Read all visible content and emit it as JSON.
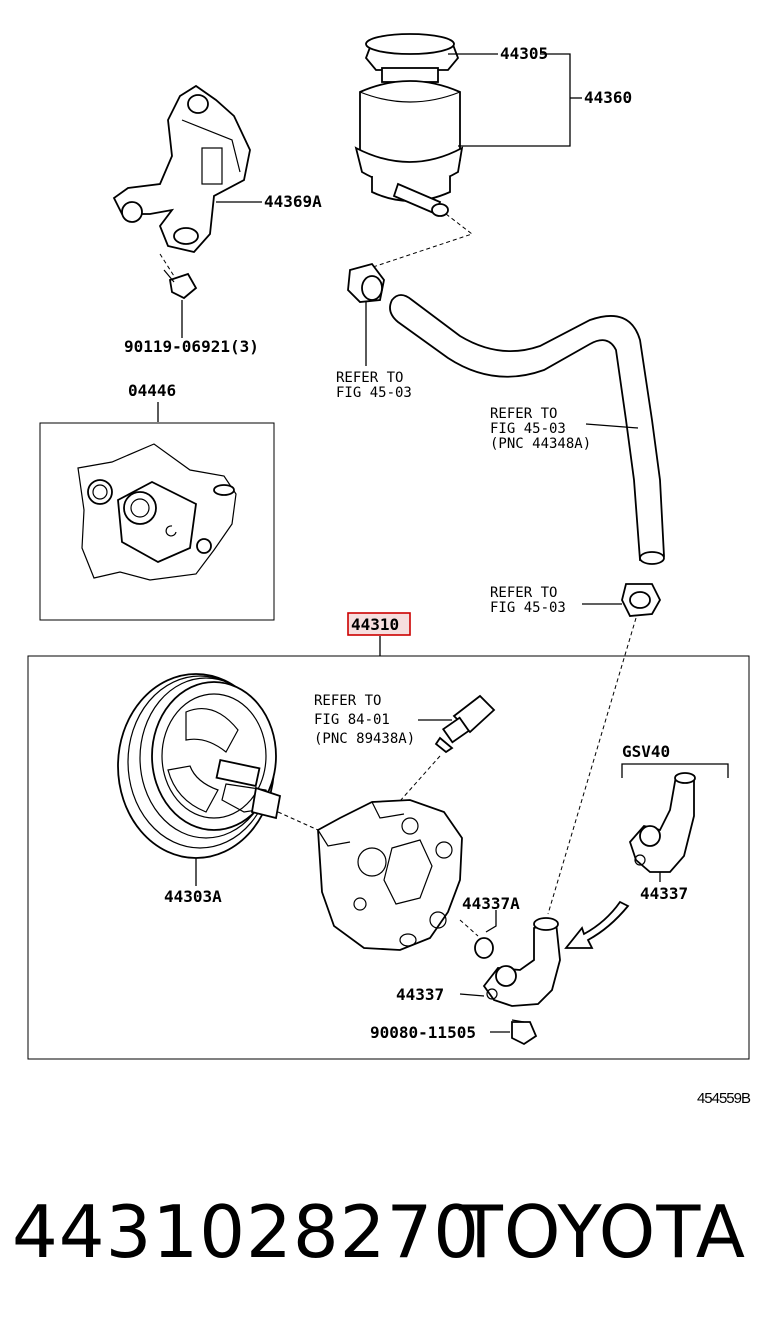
{
  "labels": {
    "p44305": "44305",
    "p44360": "44360",
    "p44369A": "44369A",
    "p90119": "90119-06921(3)",
    "p04446": "04446",
    "p44310": "44310",
    "p44303A": "44303A",
    "p44337A": "44337A",
    "p44337_right": "44337",
    "p44337_left": "44337",
    "p90080": "90080-11505",
    "gsv40": "GSV40"
  },
  "refs": {
    "ref1_l1": "REFER TO",
    "ref1_l2": "FIG 45-03",
    "ref2_l1": "REFER TO",
    "ref2_l2": "FIG 45-03",
    "ref2_l3": "(PNC 44348A)",
    "ref3_l1": "REFER TO",
    "ref3_l2": "FIG 45-03",
    "ref4_l1": "REFER TO",
    "ref4_l2": "FIG 84-01",
    "ref4_l3": "(PNC 89438A)"
  },
  "figure_code": "454559B",
  "footer": {
    "part_number": "4431028270",
    "brand": "TOYOTA"
  }
}
